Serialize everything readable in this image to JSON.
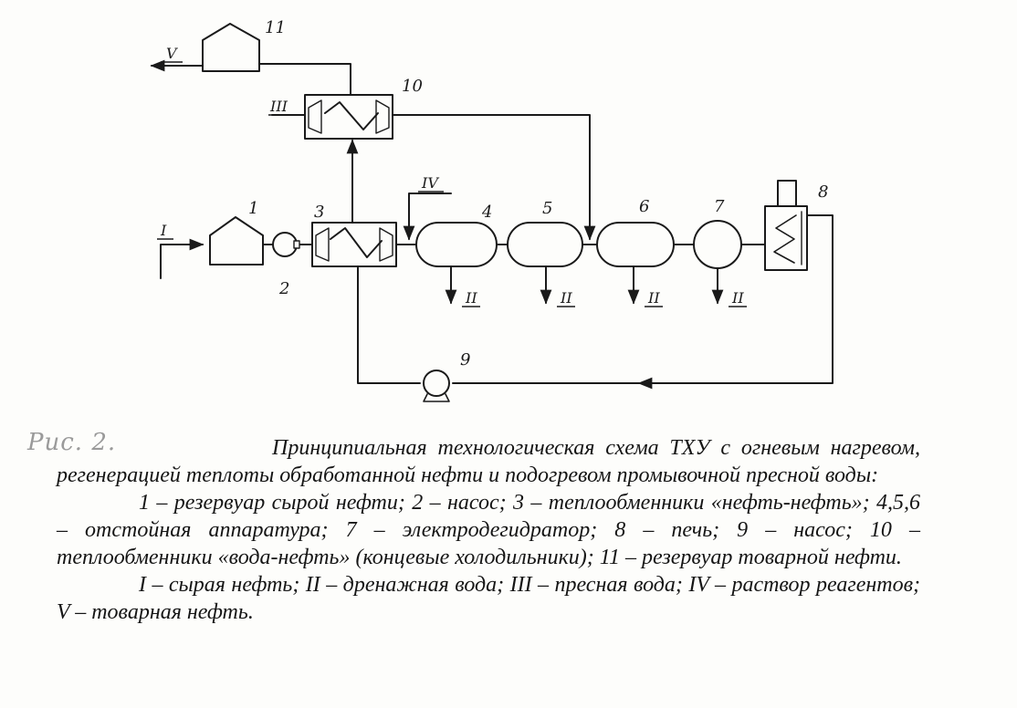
{
  "diagram": {
    "equipment_labels": {
      "n1": "1",
      "n2": "2",
      "n3": "3",
      "n4": "4",
      "n5": "5",
      "n6": "6",
      "n7": "7",
      "n8": "8",
      "n9": "9",
      "n10": "10",
      "n11": "11"
    },
    "stream_labels": {
      "raw_oil": "I",
      "drain_water": "II",
      "fresh_water": "III",
      "reagent_solution": "IV",
      "commercial_oil": "V"
    }
  },
  "caption": {
    "fig_mark": "Рис. 2.",
    "title": "Принципиальная технологическая схема ТХУ с огневым нагревом, регенерацией теплоты обработанной нефти и подогревом промывочной пресной воды:",
    "equipment_legend": "1 – резервуар сырой нефти; 2 – насос; 3 – теплообменники «нефть-нефть»; 4,5,6 – отстойная аппаратура; 7 – электродегидратор; 8 – печь; 9 – насос; 10 – теплообменники «вода-нефть» (концевые холодильники); 11 – резервуар товарной нефти.",
    "streams_legend": "I – сырая нефть; II – дренажная вода; III – пресная вода; IV – раствор реагентов; V – товарная нефть."
  }
}
